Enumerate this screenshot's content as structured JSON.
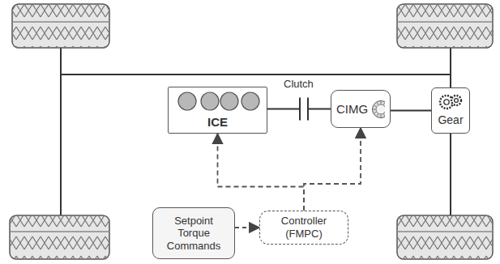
{
  "diagram": {
    "nodes": [
      {
        "text": [
          "ICE"
        ]
      },
      {
        "text": [
          "CIMG"
        ]
      },
      {
        "text": [
          "Gear"
        ]
      },
      {
        "text": [
          "Setpoint Torque Commands"
        ]
      },
      {
        "text": [
          "Controller (FMPC)"
        ]
      }
    ],
    "edges": [
      {
        "from": 0,
        "to": 1,
        "arrow": "none"
      },
      {
        "from": 1,
        "to": 2,
        "arrow": "none"
      },
      {
        "from": 3,
        "to": 4,
        "arrow": "to"
      },
      {
        "from": 4,
        "to": 0,
        "arrow": "to"
      },
      {
        "from": 4,
        "to": 1,
        "arrow": "to"
      }
    ],
    "labels": [
      "Clutch"
    ]
  }
}
